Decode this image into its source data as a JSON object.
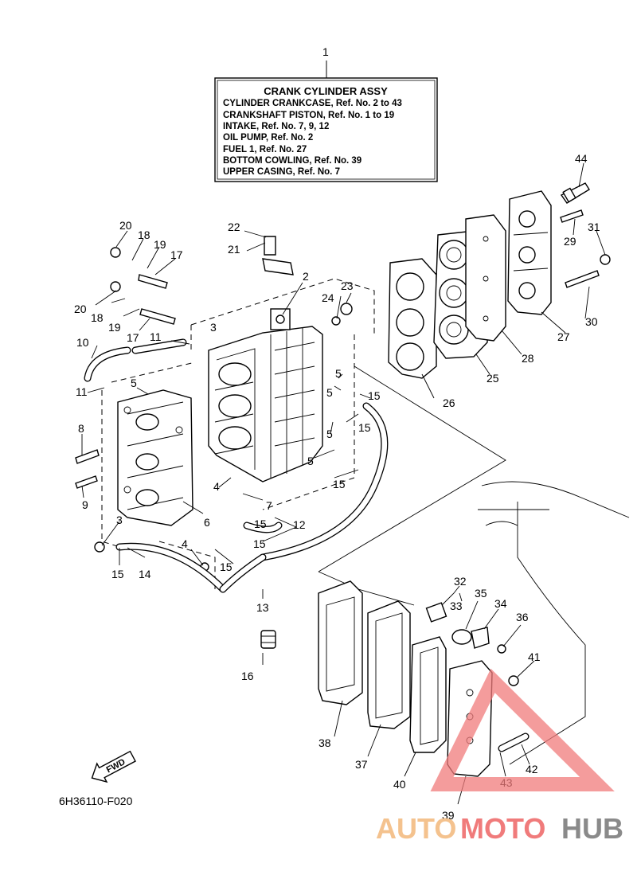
{
  "ref_number": "1",
  "legend": {
    "title": "CRANK CYLINDER ASSY",
    "lines": [
      "CYLINDER CRANKCASE,  Ref. No. 2 to 43",
      "CRANKSHAFT PISTON,  Ref. No. 1 to 19",
      "INTAKE,  Ref. No. 7, 9, 12",
      "OIL PUMP,  Ref. No. 2",
      "FUEL 1,  Ref. No. 27",
      "BOTTOM COWLING,  Ref. No. 39",
      "UPPER CASING,  Ref. No. 7"
    ]
  },
  "callouts": [
    "2",
    "3",
    "3",
    "4",
    "4",
    "5",
    "5",
    "5",
    "5",
    "5",
    "6",
    "7",
    "8",
    "9",
    "10",
    "11",
    "11",
    "12",
    "13",
    "14",
    "15",
    "15",
    "15",
    "15",
    "15",
    "15",
    "15",
    "16",
    "17",
    "17",
    "18",
    "18",
    "19",
    "19",
    "20",
    "20",
    "21",
    "22",
    "23",
    "24",
    "25",
    "26",
    "27",
    "28",
    "29",
    "30",
    "31",
    "32",
    "33",
    "34",
    "35",
    "36",
    "37",
    "38",
    "39",
    "40",
    "41",
    "42",
    "43",
    "44"
  ],
  "fwd_label": "FWD",
  "drawing_code": "6H36110-F020",
  "watermark": {
    "text_part1": "AUTO",
    "text_part2": "MOTO",
    "text_part3": "HUB",
    "color_light": "#f4c28e",
    "color_red": "#f07b7b",
    "color_gray": "#8a8a8a"
  }
}
